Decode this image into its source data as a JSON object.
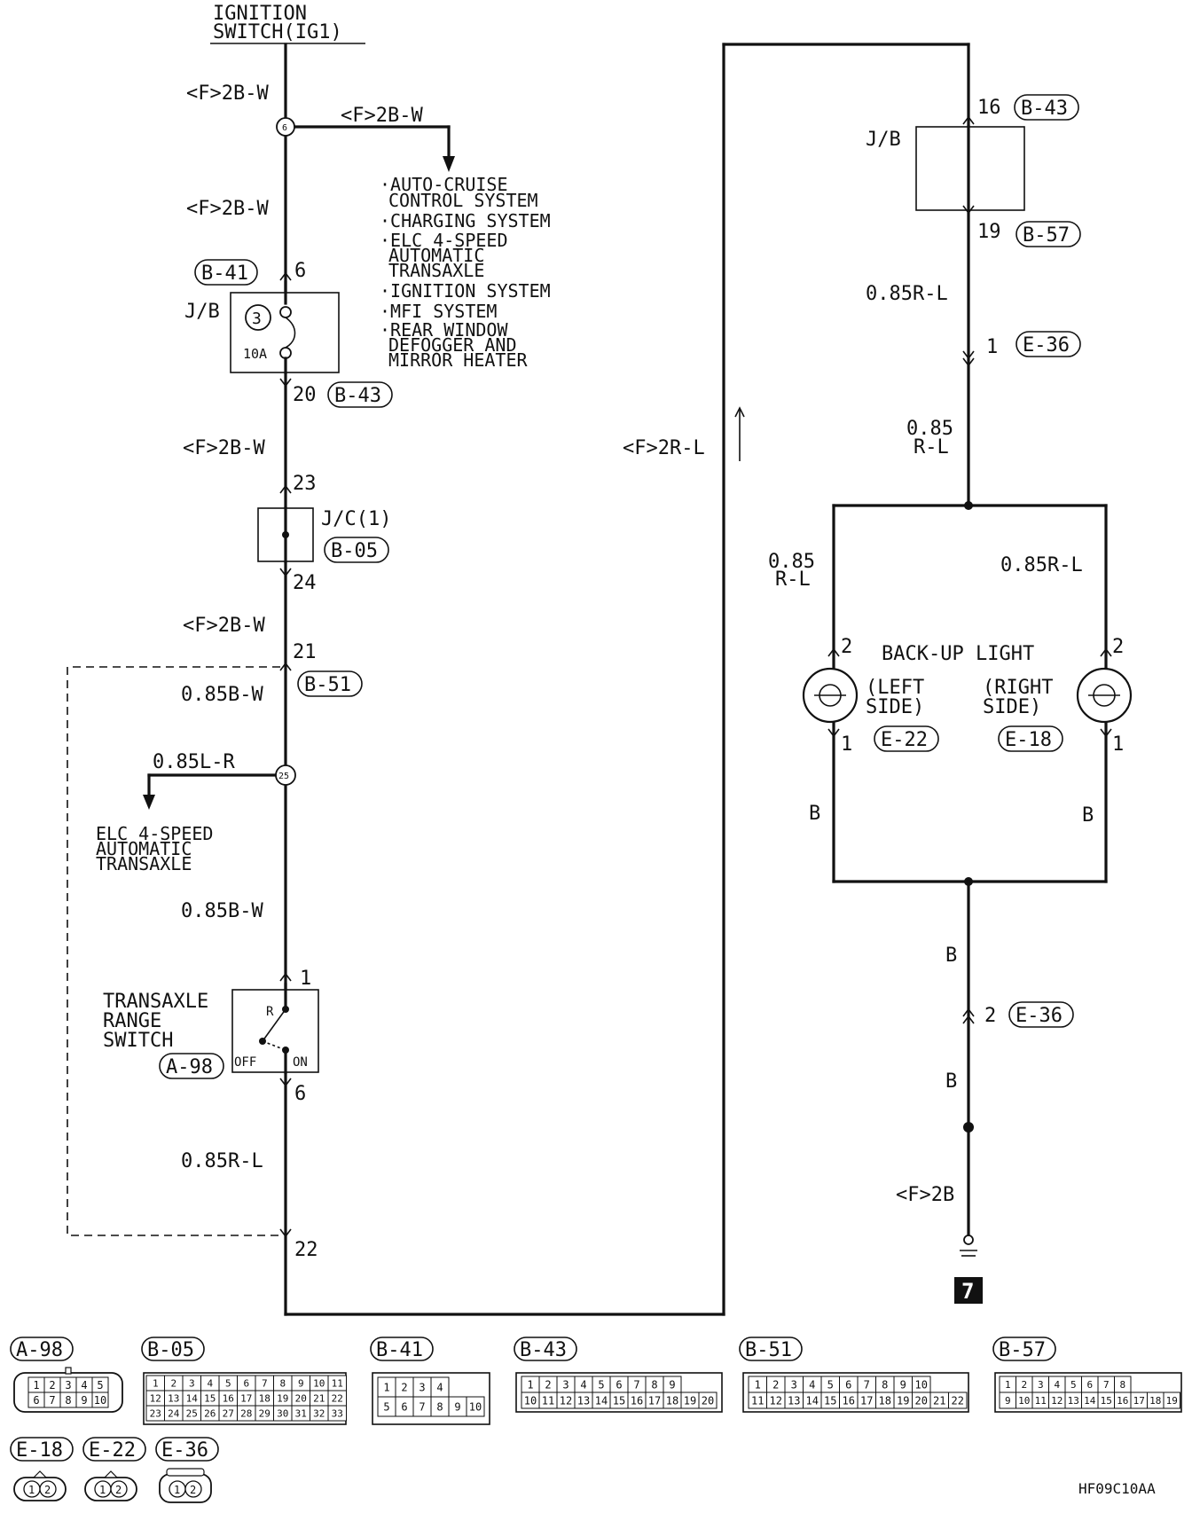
{
  "ignition_switch": [
    "IGNITION",
    "SWITCH(IG1)"
  ],
  "wires": {
    "f_2bw": "<F>2B-W",
    "w085bw": "0.85B-W",
    "w085lr": "0.85L-R",
    "w085rl": "0.85R-L",
    "f_2rl": "<F>2R-L",
    "w085": "0.85",
    "rl": "R-L",
    "b": "B",
    "f_2b": "<F>2B"
  },
  "splices": {
    "s6": "6",
    "s25": "25"
  },
  "branch_systems": [
    "·AUTO-CRUISE",
    "CONTROL SYSTEM",
    "·CHARGING SYSTEM",
    "·ELC 4-SPEED",
    "AUTOMATIC",
    "TRANSAXLE",
    "·IGNITION SYSTEM",
    "·MFI SYSTEM",
    "·REAR WINDOW",
    "DEFOGGER AND",
    "MIRROR HEATER"
  ],
  "elc_branch": [
    "ELC 4-SPEED",
    "AUTOMATIC",
    "TRANSAXLE"
  ],
  "jb_left": {
    "label": "J/B",
    "fuse_no": "3",
    "fuse_amp": "10A"
  },
  "jb_right": {
    "label": "J/B"
  },
  "jc": {
    "label": "J/C(1)"
  },
  "range_switch": {
    "label": [
      "TRANSAXLE",
      "RANGE",
      "SWITCH"
    ],
    "r": "R",
    "off": "OFF",
    "on": "ON"
  },
  "backup_light": {
    "title": "BACK-UP LIGHT",
    "left": [
      "(LEFT",
      "SIDE)"
    ],
    "right": [
      "(RIGHT",
      "SIDE)"
    ]
  },
  "connectors": {
    "b41": "B-41",
    "b43": "B-43",
    "b05": "B-05",
    "b51": "B-51",
    "a98": "A-98",
    "b57": "B-57",
    "e36": "E-36",
    "e22": "E-22",
    "e18": "E-18"
  },
  "pins": {
    "p6": "6",
    "p20": "20",
    "p23": "23",
    "p24": "24",
    "p21": "21",
    "p1": "1",
    "p22": "22",
    "p16": "16",
    "p19": "19",
    "p2": "2"
  },
  "ground_no": "7",
  "figure_code": "HF09C10AA",
  "legend": {
    "a98": [
      "1",
      "2",
      "3",
      "4",
      "5",
      "6",
      "7",
      "8",
      "9",
      "10"
    ],
    "b05": [
      "1",
      "2",
      "3",
      "4",
      "5",
      "6",
      "7",
      "8",
      "9",
      "10",
      "11",
      "12",
      "13",
      "14",
      "15",
      "16",
      "17",
      "18",
      "19",
      "20",
      "21",
      "22",
      "23",
      "24",
      "25",
      "26",
      "27",
      "28",
      "29",
      "30",
      "31",
      "32",
      "33"
    ],
    "b41": [
      "1",
      "2",
      "3",
      "4",
      "5",
      "6",
      "7",
      "8",
      "9",
      "10"
    ],
    "b43": [
      "1",
      "2",
      "3",
      "4",
      "5",
      "6",
      "7",
      "8",
      "9",
      "10",
      "11",
      "12",
      "13",
      "14",
      "15",
      "16",
      "17",
      "18",
      "19",
      "20"
    ],
    "b51": [
      "1",
      "2",
      "3",
      "4",
      "5",
      "6",
      "7",
      "8",
      "9",
      "10",
      "11",
      "12",
      "13",
      "14",
      "15",
      "16",
      "17",
      "18",
      "19",
      "20",
      "21",
      "22"
    ],
    "b57": [
      "1",
      "2",
      "3",
      "4",
      "5",
      "6",
      "7",
      "8",
      "9",
      "10",
      "11",
      "12",
      "13",
      "14",
      "15",
      "16",
      "17",
      "18",
      "19"
    ],
    "e_pins": [
      "1",
      "2"
    ]
  }
}
